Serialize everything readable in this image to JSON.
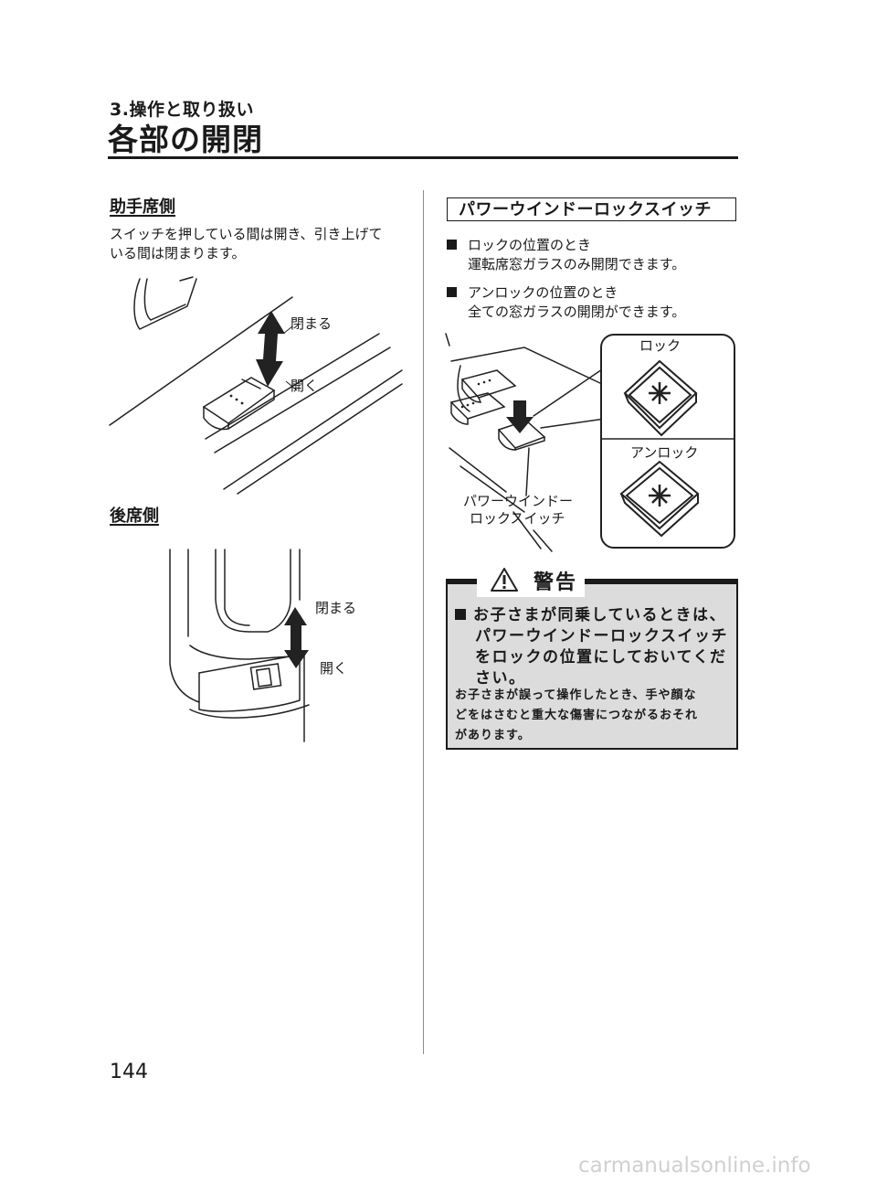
{
  "header": {
    "chapter": "3.操作と取り扱い",
    "title": "各部の開閉"
  },
  "left": {
    "passenger_heading": "助手席側",
    "passenger_text_1": "スイッチを押している間は開き、引き上げて",
    "passenger_text_2": "いる間は閉まります。",
    "fig1_close": "閉まる",
    "fig1_open": "開く",
    "rear_heading": "後席側",
    "fig2_close": "閉まる",
    "fig2_open": "開く"
  },
  "right": {
    "lock_heading": "パワーウインドーロックスイッチ",
    "bullets": [
      {
        "title": "ロックの位置のとき",
        "detail": "運転席窓ガラスのみ開閉できます。"
      },
      {
        "title": "アンロックの位置のとき",
        "detail": "全ての窓ガラスの開閉ができます。"
      }
    ],
    "fig_lock": "ロック",
    "fig_unlock": "アンロック",
    "fig_switch_1": "パワーウインドー",
    "fig_switch_2": "ロックスイッチ"
  },
  "warning": {
    "label": "警告",
    "line1": "お子さまが同乗しているときは、",
    "line2": "パワーウインドーロックスイッチ",
    "line3": "をロックの位置にしておいてくだ",
    "line4": "さい。",
    "note1": "お子さまが誤って操作したとき、手や顔な",
    "note2": "どをはさむと重大な傷害につながるおそれ",
    "note3": "があります。"
  },
  "footer": {
    "page_number": "144",
    "watermark": "carmanualsonline.info"
  }
}
